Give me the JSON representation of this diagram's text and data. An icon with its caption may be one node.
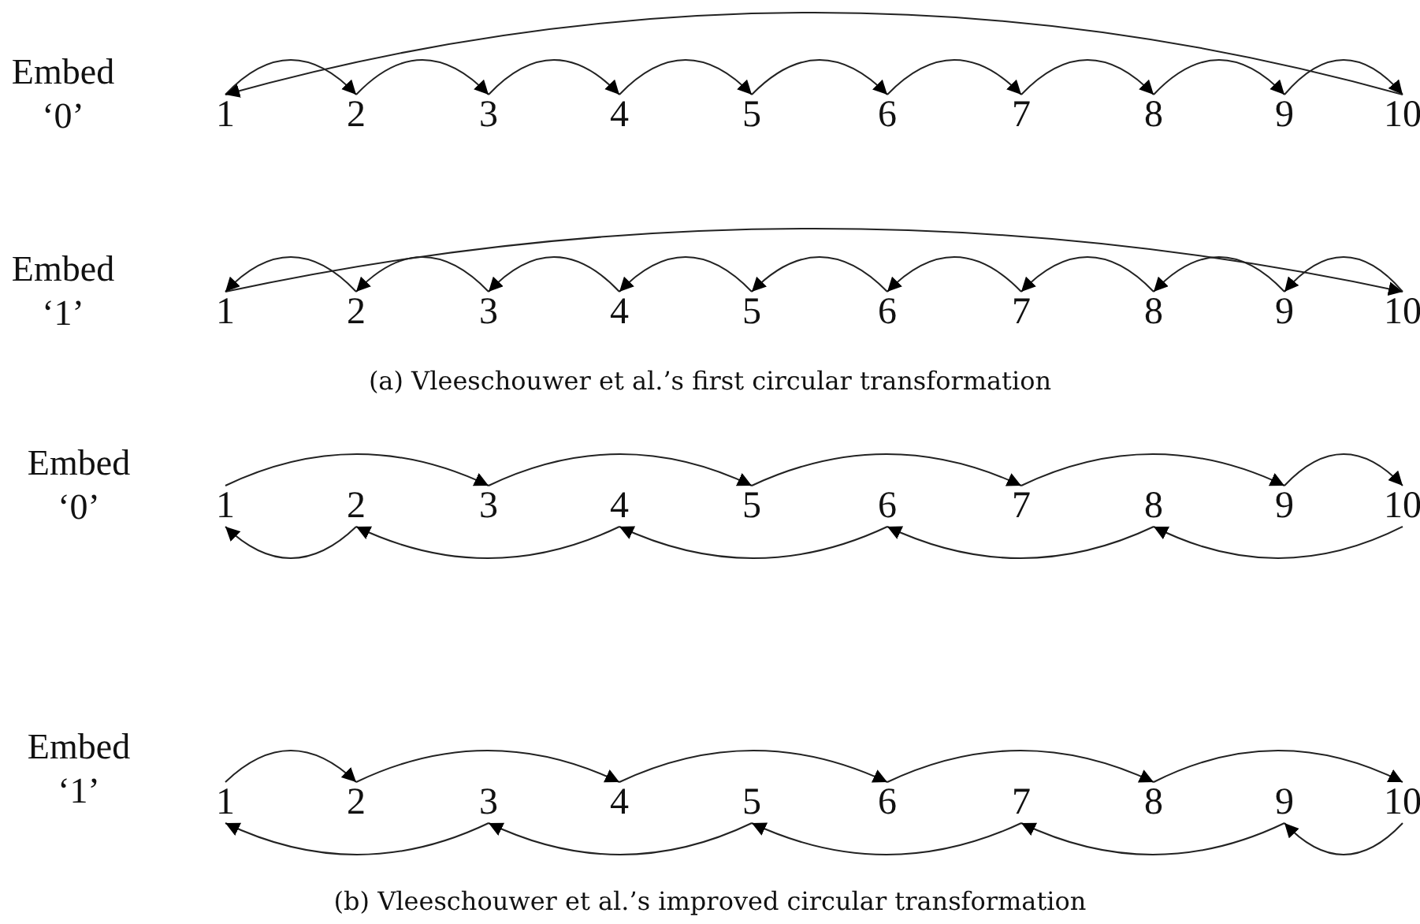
{
  "diagram": {
    "nodes": [
      {
        "text": [
          "1"
        ]
      },
      {
        "text": [
          "2"
        ]
      },
      {
        "text": [
          "3"
        ]
      },
      {
        "text": [
          "4"
        ]
      },
      {
        "text": [
          "5"
        ]
      },
      {
        "text": [
          "6"
        ]
      },
      {
        "text": [
          "7"
        ]
      },
      {
        "text": [
          "8"
        ]
      },
      {
        "text": [
          "9"
        ]
      },
      {
        "text": [
          "10"
        ]
      },
      {
        "text": [
          "1"
        ]
      },
      {
        "text": [
          "2"
        ]
      },
      {
        "text": [
          "3"
        ]
      },
      {
        "text": [
          "4"
        ]
      },
      {
        "text": [
          "5"
        ]
      },
      {
        "text": [
          "6"
        ]
      },
      {
        "text": [
          "7"
        ]
      },
      {
        "text": [
          "8"
        ]
      },
      {
        "text": [
          "9"
        ]
      },
      {
        "text": [
          "10"
        ]
      },
      {
        "text": [
          "1"
        ]
      },
      {
        "text": [
          "2"
        ]
      },
      {
        "text": [
          "3"
        ]
      },
      {
        "text": [
          "4"
        ]
      },
      {
        "text": [
          "5"
        ]
      },
      {
        "text": [
          "6"
        ]
      },
      {
        "text": [
          "7"
        ]
      },
      {
        "text": [
          "8"
        ]
      },
      {
        "text": [
          "9"
        ]
      },
      {
        "text": [
          "10"
        ]
      },
      {
        "text": [
          "1"
        ]
      },
      {
        "text": [
          "2"
        ]
      },
      {
        "text": [
          "3"
        ]
      },
      {
        "text": [
          "4"
        ]
      },
      {
        "text": [
          "5"
        ]
      },
      {
        "text": [
          "6"
        ]
      },
      {
        "text": [
          "7"
        ]
      },
      {
        "text": [
          "8"
        ]
      },
      {
        "text": [
          "9"
        ]
      },
      {
        "text": [
          "10"
        ]
      }
    ],
    "edges": [
      {
        "from": 0,
        "to": 1,
        "arrow": "to"
      },
      {
        "from": 1,
        "to": 2,
        "arrow": "to"
      },
      {
        "from": 2,
        "to": 3,
        "arrow": "to"
      },
      {
        "from": 3,
        "to": 4,
        "arrow": "to"
      },
      {
        "from": 4,
        "to": 5,
        "arrow": "to"
      },
      {
        "from": 5,
        "to": 6,
        "arrow": "to"
      },
      {
        "from": 6,
        "to": 7,
        "arrow": "to"
      },
      {
        "from": 7,
        "to": 8,
        "arrow": "to"
      },
      {
        "from": 8,
        "to": 9,
        "arrow": "to"
      },
      {
        "from": 9,
        "to": 0,
        "arrow": "to"
      },
      {
        "from": 10,
        "to": 19,
        "arrow": "to"
      },
      {
        "from": 11,
        "to": 10,
        "arrow": "to"
      },
      {
        "from": 12,
        "to": 11,
        "arrow": "to"
      },
      {
        "from": 13,
        "to": 12,
        "arrow": "to"
      },
      {
        "from": 14,
        "to": 13,
        "arrow": "to"
      },
      {
        "from": 15,
        "to": 14,
        "arrow": "to"
      },
      {
        "from": 16,
        "to": 15,
        "arrow": "to"
      },
      {
        "from": 17,
        "to": 16,
        "arrow": "to"
      },
      {
        "from": 18,
        "to": 17,
        "arrow": "to"
      },
      {
        "from": 19,
        "to": 18,
        "arrow": "to"
      },
      {
        "from": 20,
        "to": 22,
        "arrow": "to"
      },
      {
        "from": 22,
        "to": 24,
        "arrow": "to"
      },
      {
        "from": 24,
        "to": 26,
        "arrow": "to"
      },
      {
        "from": 26,
        "to": 28,
        "arrow": "to"
      },
      {
        "from": 28,
        "to": 29,
        "arrow": "to"
      },
      {
        "from": 21,
        "to": 20,
        "arrow": "to"
      },
      {
        "from": 23,
        "to": 21,
        "arrow": "to"
      },
      {
        "from": 25,
        "to": 23,
        "arrow": "to"
      },
      {
        "from": 27,
        "to": 25,
        "arrow": "to"
      },
      {
        "from": 29,
        "to": 27,
        "arrow": "to"
      },
      {
        "from": 30,
        "to": 31,
        "arrow": "to"
      },
      {
        "from": 31,
        "to": 33,
        "arrow": "to"
      },
      {
        "from": 33,
        "to": 35,
        "arrow": "to"
      },
      {
        "from": 35,
        "to": 37,
        "arrow": "to"
      },
      {
        "from": 37,
        "to": 39,
        "arrow": "to"
      },
      {
        "from": 32,
        "to": 30,
        "arrow": "to"
      },
      {
        "from": 34,
        "to": 32,
        "arrow": "to"
      },
      {
        "from": 36,
        "to": 34,
        "arrow": "to"
      },
      {
        "from": 38,
        "to": 36,
        "arrow": "to"
      },
      {
        "from": 39,
        "to": 38,
        "arrow": "to"
      }
    ],
    "labels": [
      "Embed ‘0’",
      "Embed ‘1’",
      "(a) Vleeschouwer et al.’s first circular transformation",
      "Embed ‘0’",
      "Embed ‘1’",
      "(b) Vleeschouwer et al.’s improved circular transformation"
    ]
  }
}
